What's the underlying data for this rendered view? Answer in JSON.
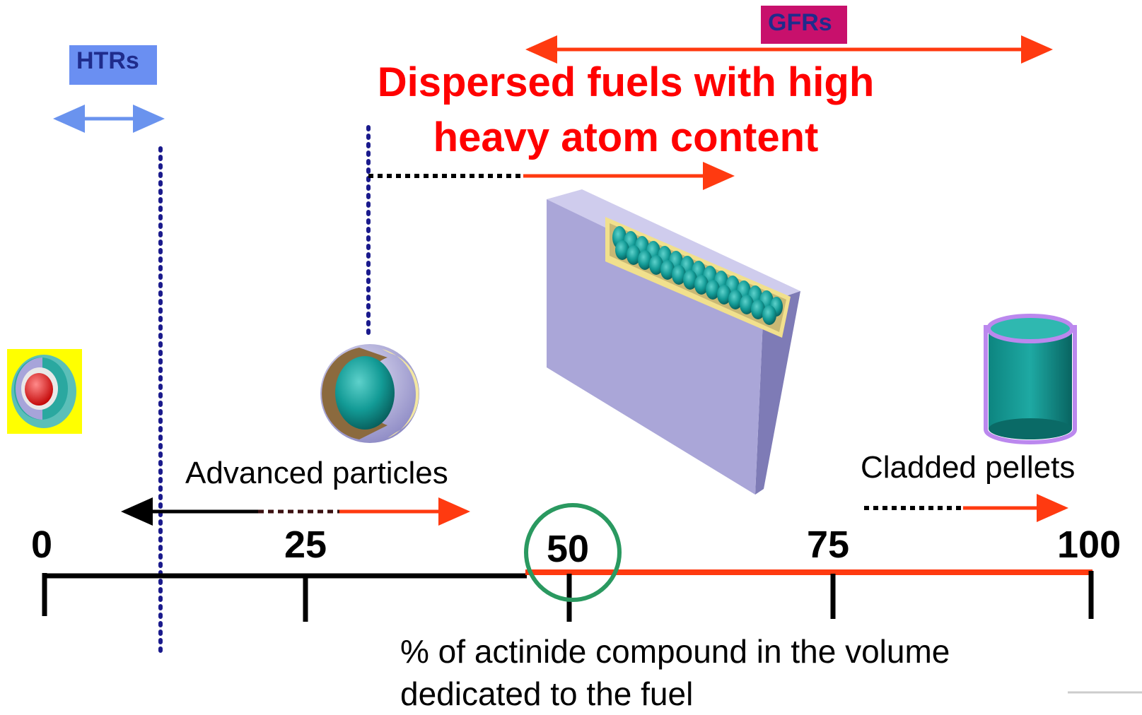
{
  "badges": {
    "htrs": "HTRs",
    "gfrs": "GFRs"
  },
  "headline": {
    "line1": "Dispersed fuels with high",
    "line2": "heavy atom content"
  },
  "axis": {
    "ticks": [
      "0",
      "25",
      "50",
      "75",
      "100"
    ],
    "title_line1": "% of actinide compound in the volume",
    "title_line2": "dedicated to the fuel",
    "highlighted_tick": "50"
  },
  "labels": {
    "advanced_particles": "Advanced particles",
    "cladded_pellets": "Cladded pellets"
  },
  "colors": {
    "htrs_badge": "#6a8ff2",
    "gfrs_badge": "#c8106c",
    "headline": "#ff0000",
    "red_arrow": "#ff3a10",
    "htrs_arrow": "#6a93ee",
    "dotted_line": "#1a1a8c",
    "circle": "#2a9960",
    "plate": "#aaa6d8",
    "teal": "#139b96",
    "pellet_rim": "#bb88ee"
  }
}
